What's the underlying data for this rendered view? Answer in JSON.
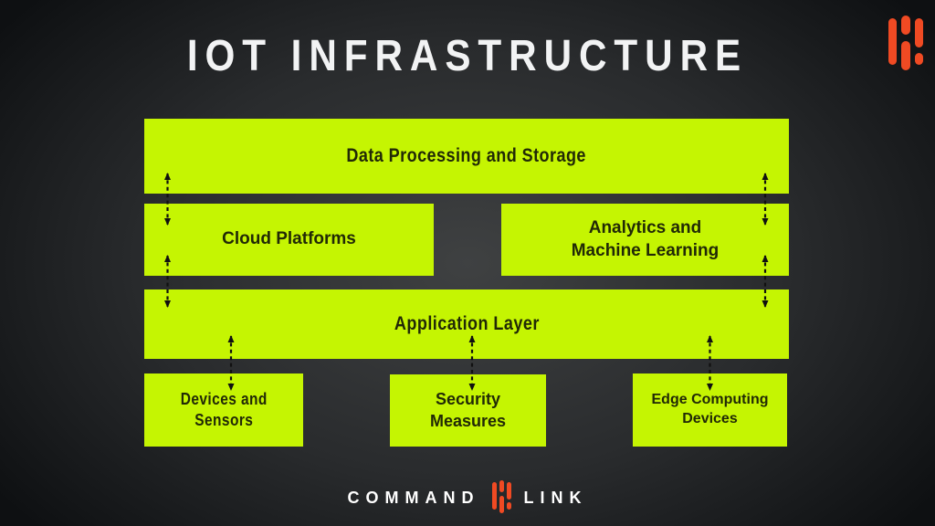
{
  "title": "IOT INFRASTRUCTURE",
  "footer": {
    "wordmark_left": "COMMAND",
    "wordmark_right": "LINK"
  },
  "colors": {
    "box_bg": "#c5f502",
    "box_text": "#212906",
    "accent": "#f04a23",
    "title_color": "#f2f3f4",
    "footer_text": "#ffffff",
    "arrow_color": "#101010",
    "bg_center": "#3f4142",
    "bg_mid": "#292b2d",
    "bg_edge": "#0e1012"
  },
  "diagram": {
    "boxes": [
      {
        "id": "data-processing-storage",
        "label": "Data Processing and Storage"
      },
      {
        "id": "cloud-platforms",
        "label": "Cloud Platforms"
      },
      {
        "id": "analytics-machine-learning",
        "label": "Analytics and\nMachine Learning"
      },
      {
        "id": "application-layer",
        "label": "Application Layer"
      },
      {
        "id": "devices-sensors",
        "label": "Devices and\nSensors"
      },
      {
        "id": "security-measures",
        "label": "Security\nMeasures"
      },
      {
        "id": "edge-computing-devices",
        "label": "Edge Computing\nDevices"
      }
    ],
    "connections": [
      {
        "from": "data-processing-storage",
        "to": "cloud-platforms",
        "style": "dashed-double-arrow"
      },
      {
        "from": "data-processing-storage",
        "to": "analytics-machine-learning",
        "style": "dashed-double-arrow"
      },
      {
        "from": "cloud-platforms",
        "to": "application-layer",
        "style": "dashed-double-arrow"
      },
      {
        "from": "analytics-machine-learning",
        "to": "application-layer",
        "style": "dashed-double-arrow"
      },
      {
        "from": "application-layer",
        "to": "devices-sensors",
        "style": "dashed-double-arrow"
      },
      {
        "from": "application-layer",
        "to": "security-measures",
        "style": "dashed-double-arrow"
      },
      {
        "from": "application-layer",
        "to": "edge-computing-devices",
        "style": "dashed-double-arrow"
      }
    ]
  }
}
